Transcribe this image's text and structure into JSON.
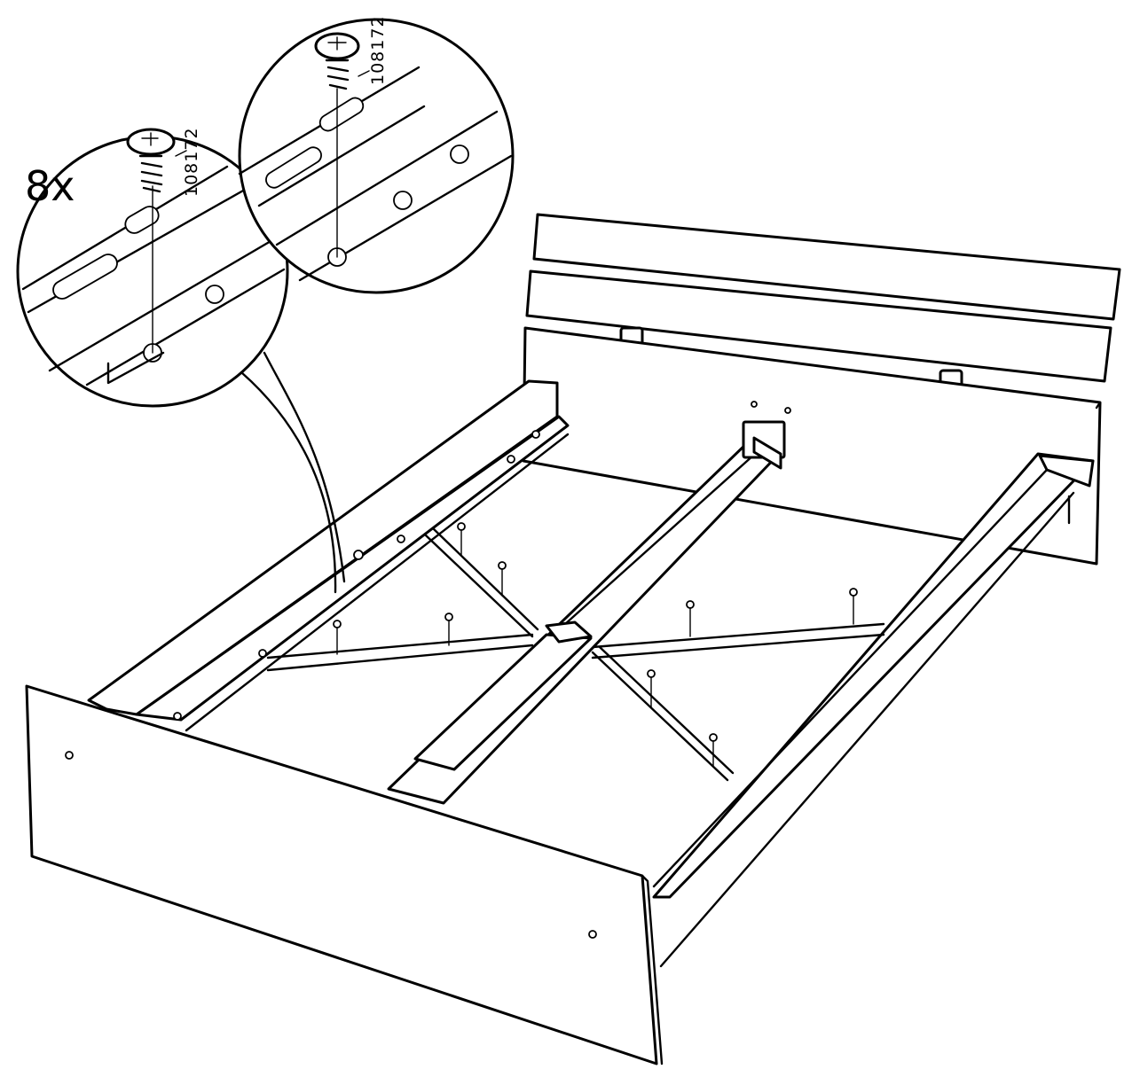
{
  "instruction": {
    "quantity": "8x",
    "part_number_left": "108172",
    "part_number_right": "108172"
  },
  "colors": {
    "ink": "#000000",
    "paper": "#ffffff"
  },
  "icons": [
    "screw-icon",
    "screw-icon"
  ]
}
